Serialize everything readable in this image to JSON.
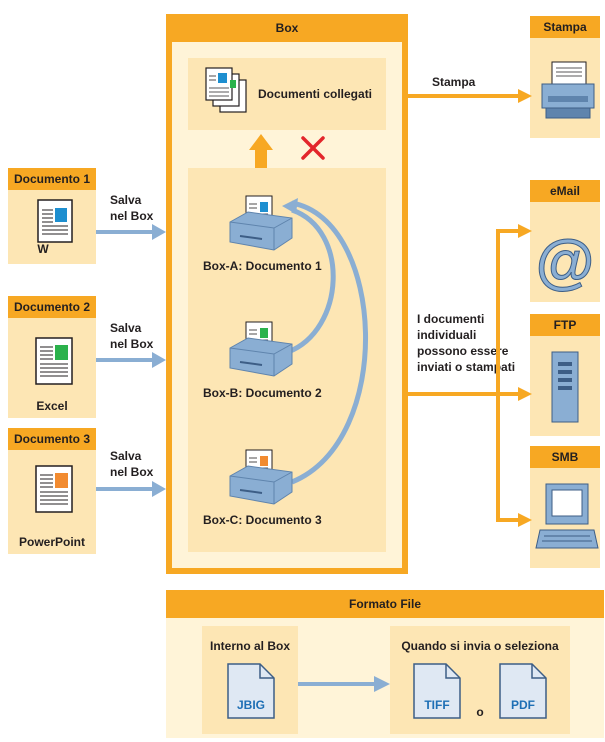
{
  "box": {
    "title": "Box",
    "linked": "Documenti collegati",
    "box_a": "Box-A: Documento 1",
    "box_b": "Box-B: Documento 2",
    "box_c": "Box-C: Documento 3"
  },
  "documents": [
    {
      "title": "Documento 1",
      "app": "W",
      "save": "Salva\nnel Box",
      "color": "#1e8fd0"
    },
    {
      "title": "Documento 2",
      "app": "Excel",
      "save": "Salva\nnel Box",
      "color": "#2bb24c"
    },
    {
      "title": "Documento 3",
      "app": "PowerPoint",
      "save": "Salva\nnel Box",
      "color": "#f28b30"
    }
  ],
  "outputs": {
    "print_arrow": "Stampa",
    "print": "Stampa",
    "email": "eMail",
    "ftp": "FTP",
    "smb": "SMB",
    "send_note": "I documenti\nindividuali\npossono essere\ninviati o stampati"
  },
  "format": {
    "title": "Formato File",
    "internal": "Interno al Box",
    "external": "Quando si invia o seleziona",
    "jbig": "JBIG",
    "tiff": "TIFF",
    "or": "o",
    "pdf": "PDF"
  },
  "colors": {
    "accent": "#f7a823",
    "pale": "#fde6b4",
    "arrow": "#8aaed3"
  }
}
